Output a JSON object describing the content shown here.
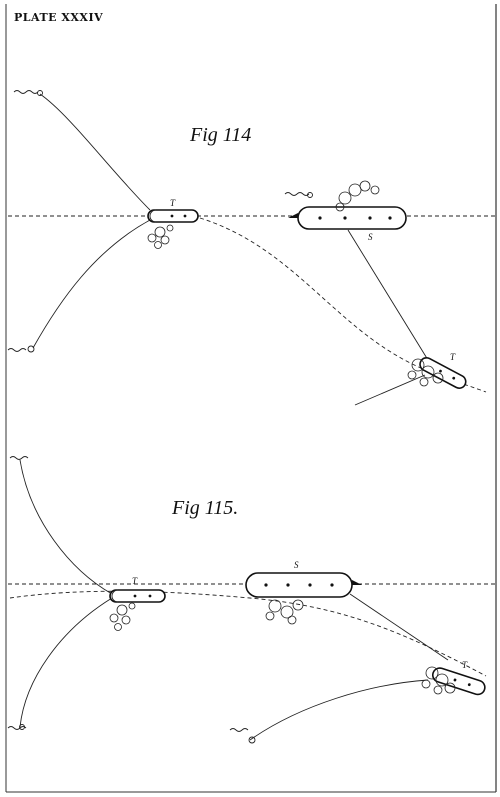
{
  "plate": {
    "title": "PLATE XXXIV"
  },
  "figures": [
    {
      "label": "Fig 114",
      "ships": [
        {
          "letter": "T",
          "role": "torpedo-vessel"
        },
        {
          "letter": "S",
          "role": "ship"
        },
        {
          "letter": "T",
          "role": "torpedo-vessel"
        }
      ]
    },
    {
      "label": "Fig 115.",
      "ships": [
        {
          "letter": "T",
          "role": "torpedo-vessel"
        },
        {
          "letter": "S",
          "role": "ship"
        },
        {
          "letter": "T",
          "role": "torpedo-vessel"
        }
      ]
    }
  ]
}
